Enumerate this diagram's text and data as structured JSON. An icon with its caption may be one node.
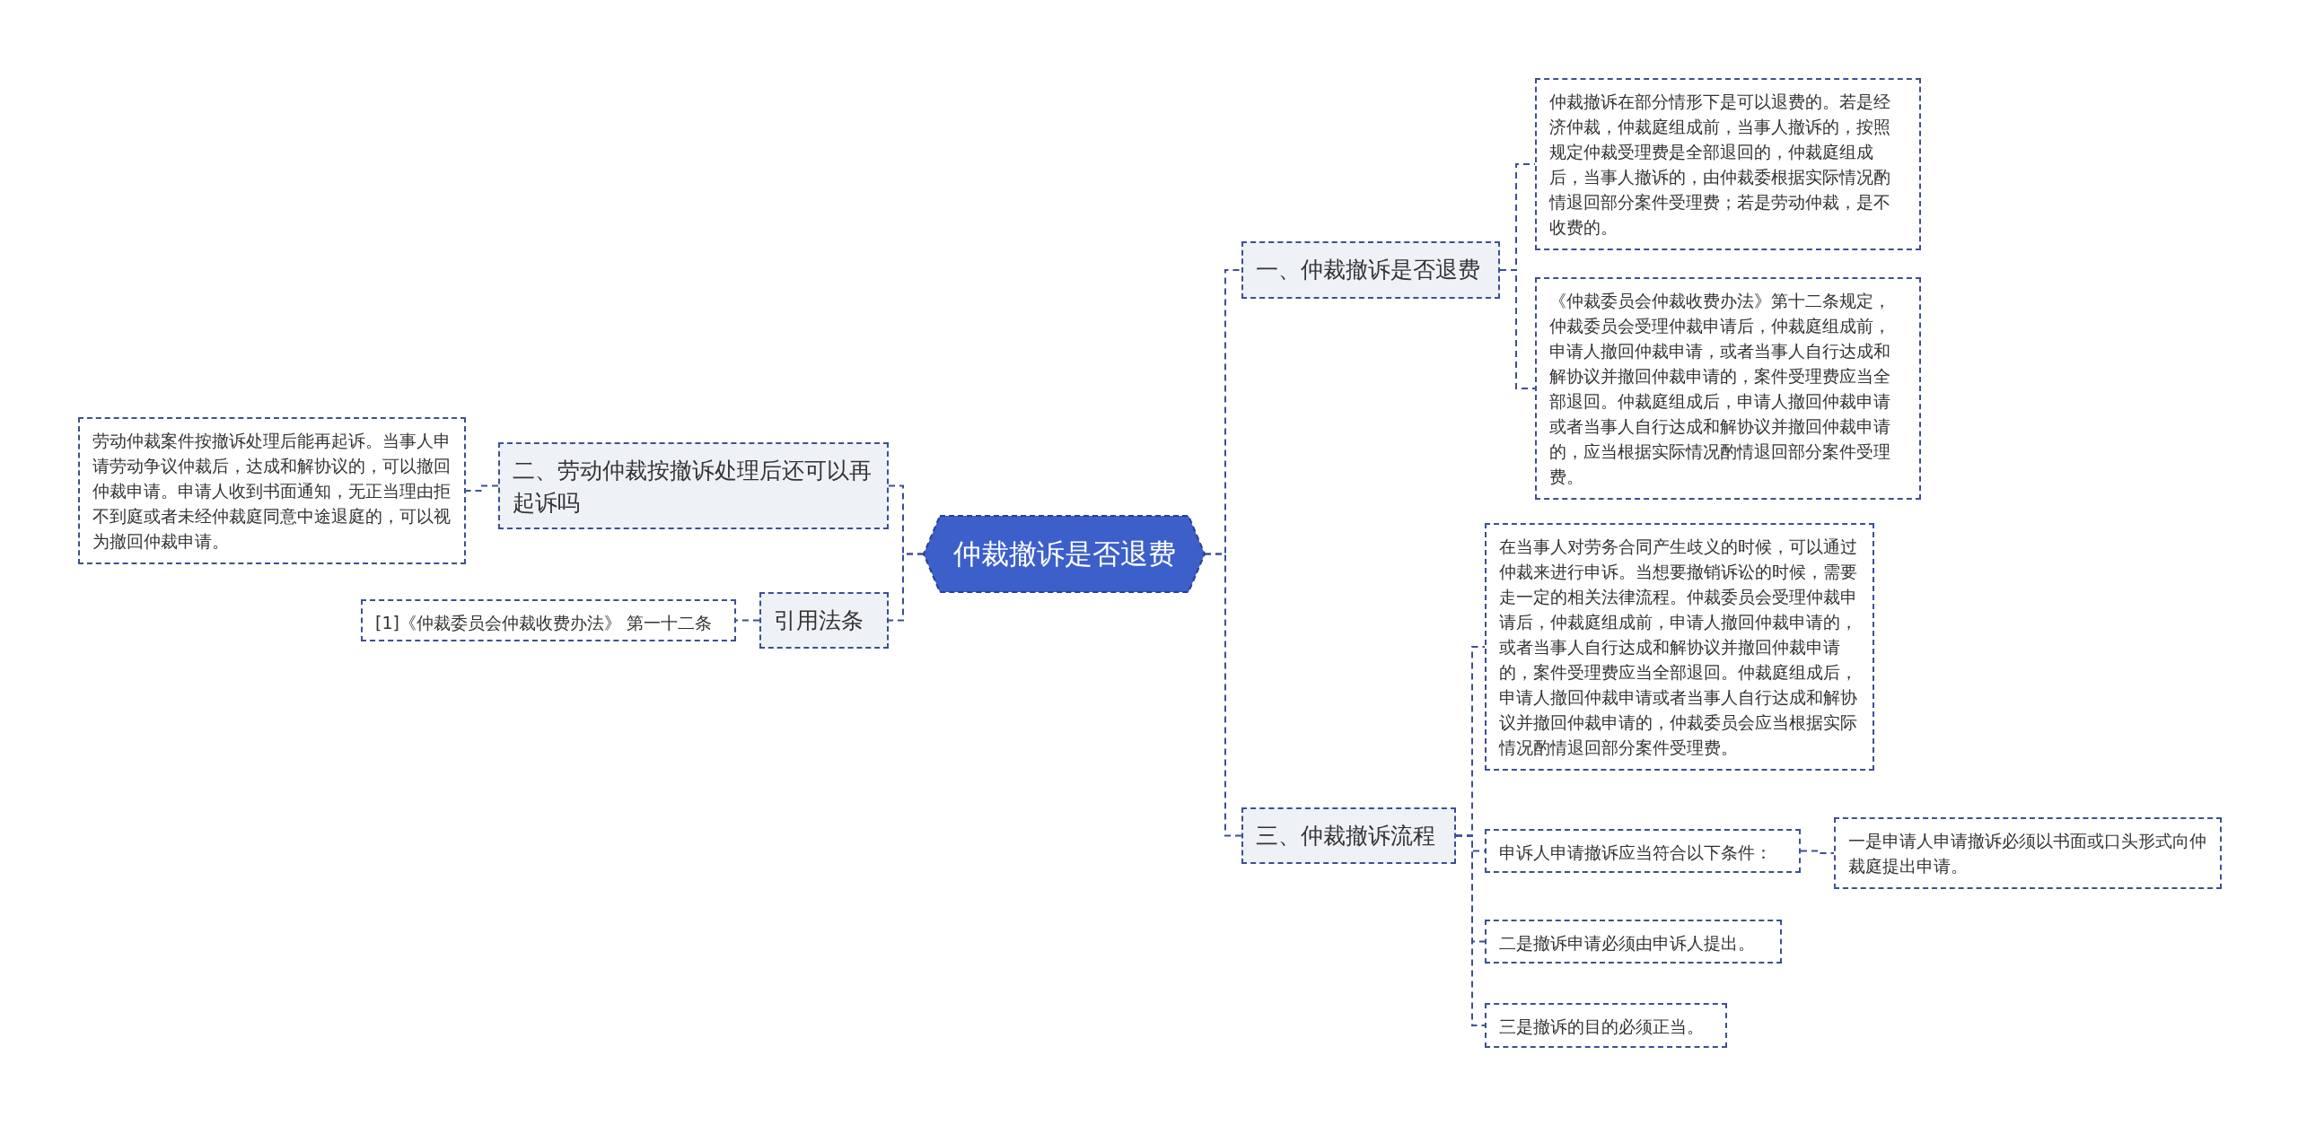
{
  "diagram": {
    "nodes": [
      {
        "text": [
          "仲裁撤诉是否退费"
        ]
      },
      {
        "text": [
          "一、仲裁撤诉是否退费"
        ]
      },
      {
        "text": [
          "仲裁撤诉在部分情形下是可以退费的。若是经济仲裁，仲裁庭组成前，当事人撤诉的，按照规定仲裁受理费是全部退回的，仲裁庭组成后，当事人撤诉的，由仲裁委根据实际情况酌情退回部分案件受理费；若是劳动仲裁，是不收费的。"
        ]
      },
      {
        "text": [
          "《仲裁委员会仲裁收费办法》第十二条规定，仲裁委员会受理仲裁申请后，仲裁庭组成前，申请人撤回仲裁申请，或者当事人自行达成和解协议并撤回仲裁申请的，案件受理费应当全部退回。仲裁庭组成后，申请人撤回仲裁申请或者当事人自行达成和解协议并撤回仲裁申请的，应当根据实际情况酌情退回部分案件受理费。"
        ]
      },
      {
        "text": [
          "二、劳动仲裁按撤诉处理后还可以再起诉吗"
        ]
      },
      {
        "text": [
          "劳动仲裁案件按撤诉处理后能再起诉。当事人申请劳动争议仲裁后，达成和解协议的，可以撤回仲裁申请。申请人收到书面通知，无正当理由拒不到庭或者未经仲裁庭同意中途退庭的，可以视为撤回仲裁申请。"
        ]
      },
      {
        "text": [
          "引用法条"
        ]
      },
      {
        "text": [
          "[1]《仲裁委员会仲裁收费办法》 第一十二条"
        ]
      },
      {
        "text": [
          "三、仲裁撤诉流程"
        ]
      },
      {
        "text": [
          "在当事人对劳务合同产生歧义的时候，可以通过仲裁来进行申诉。当想要撤销诉讼的时候，需要走一定的相关法律流程。仲裁委员会受理仲裁申请后，仲裁庭组成前，申请人撤回仲裁申请的，或者当事人自行达成和解协议并撤回仲裁申请的，案件受理费应当全部退回。仲裁庭组成后，申请人撤回仲裁申请或者当事人自行达成和解协议并撤回仲裁申请的，仲裁委员会应当根据实际情况酌情退回部分案件受理费。"
        ]
      },
      {
        "text": [
          "申诉人申请撤诉应当符合以下条件："
        ]
      },
      {
        "text": [
          "一是申请人申请撤诉必须以书面或口头形式向仲裁庭提出申请。"
        ]
      },
      {
        "text": [
          "二是撤诉申请必须由申诉人提出。"
        ]
      },
      {
        "text": [
          "三是撤诉的目的必须正当。"
        ]
      }
    ],
    "edges": [
      {
        "from": 0,
        "to": 1,
        "arrow": "none",
        "style": "dashed"
      },
      {
        "from": 0,
        "to": 4,
        "arrow": "none",
        "style": "dashed"
      },
      {
        "from": 0,
        "to": 6,
        "arrow": "none",
        "style": "dashed"
      },
      {
        "from": 0,
        "to": 8,
        "arrow": "none",
        "style": "dashed"
      },
      {
        "from": 1,
        "to": 2,
        "arrow": "none",
        "style": "dashed"
      },
      {
        "from": 1,
        "to": 3,
        "arrow": "none",
        "style": "dashed"
      },
      {
        "from": 4,
        "to": 5,
        "arrow": "none",
        "style": "dashed"
      },
      {
        "from": 6,
        "to": 7,
        "arrow": "none",
        "style": "dashed"
      },
      {
        "from": 8,
        "to": 9,
        "arrow": "none",
        "style": "dashed"
      },
      {
        "from": 8,
        "to": 10,
        "arrow": "none",
        "style": "dashed"
      },
      {
        "from": 8,
        "to": 12,
        "arrow": "none",
        "style": "dashed"
      },
      {
        "from": 8,
        "to": 13,
        "arrow": "none",
        "style": "dashed"
      },
      {
        "from": 10,
        "to": 11,
        "arrow": "none",
        "style": "dashed"
      }
    ]
  }
}
